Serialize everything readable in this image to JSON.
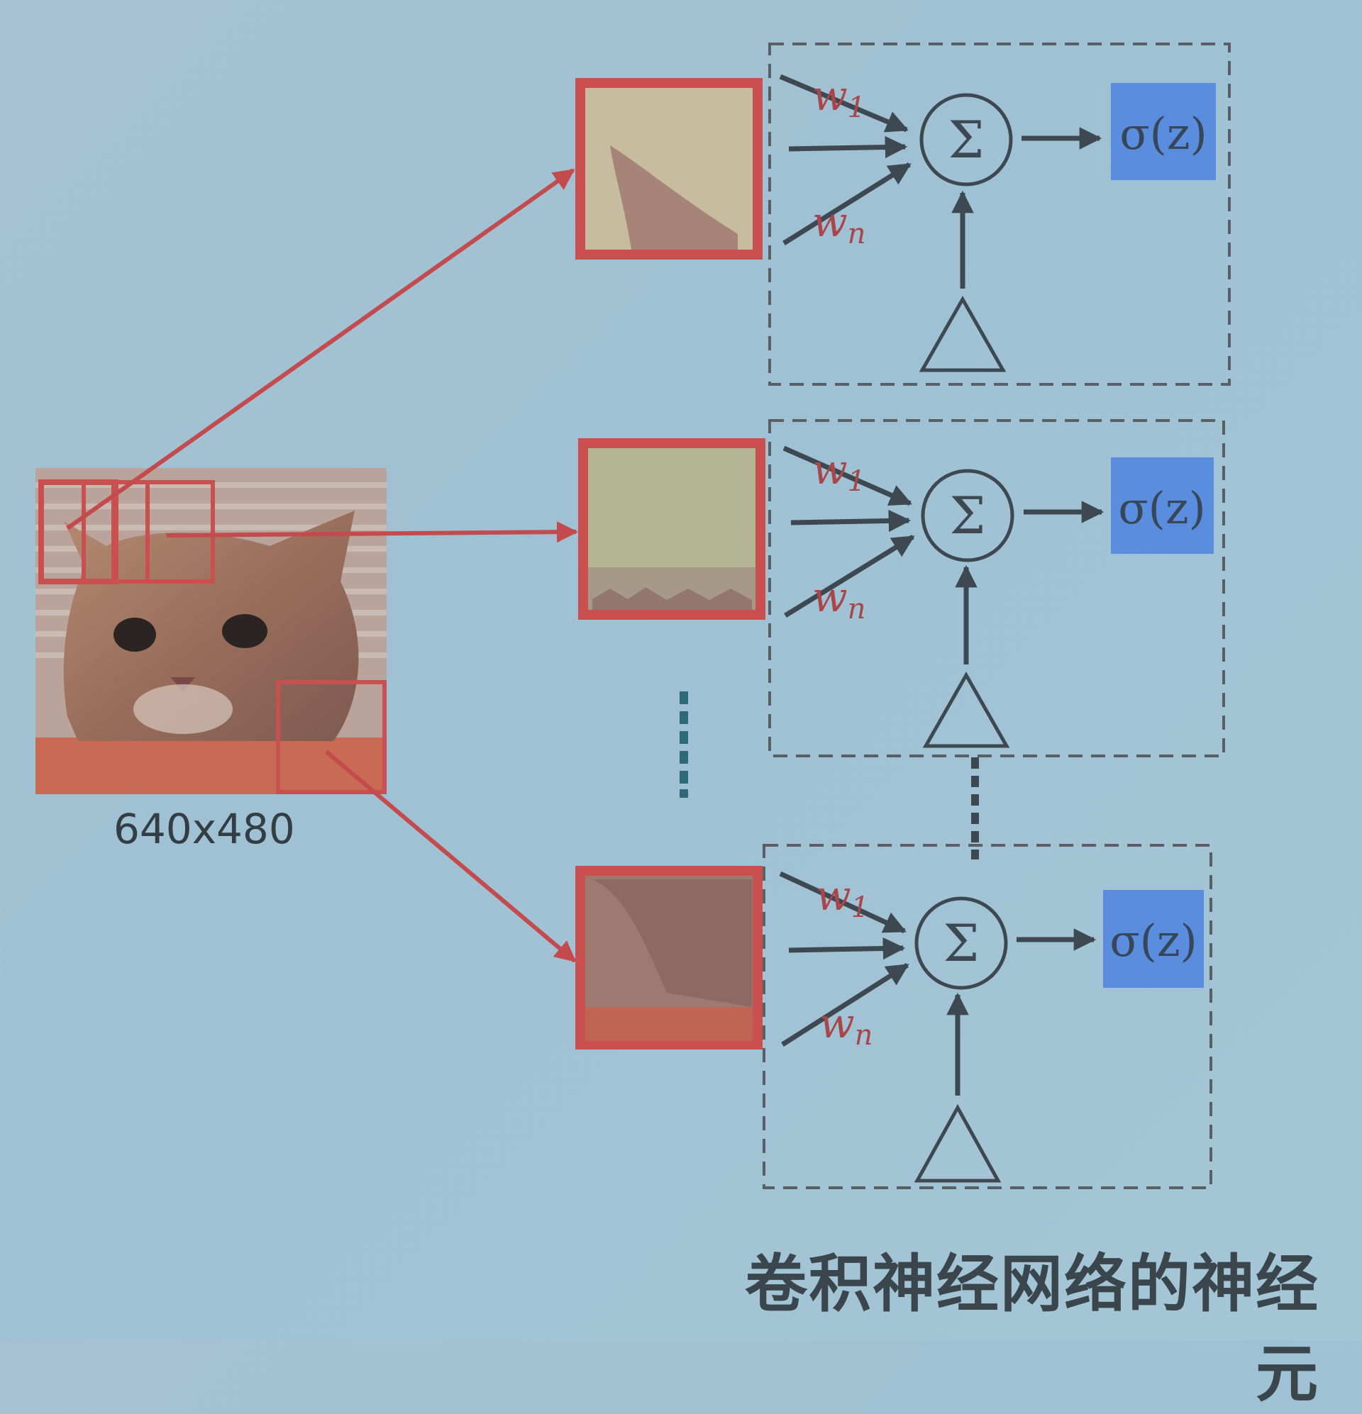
{
  "slide": {
    "title": "卷积神经网络的神经元",
    "image_caption": "640x480"
  },
  "neurons": [
    {
      "weight_first": "w",
      "weight_first_sub": "1",
      "weight_last": "w",
      "weight_last_sub": "n",
      "sum_symbol": "Σ",
      "activation": "σ(z)"
    },
    {
      "weight_first": "w",
      "weight_first_sub": "1",
      "weight_last": "w",
      "weight_last_sub": "n",
      "sum_symbol": "Σ",
      "activation": "σ(z)"
    },
    {
      "weight_first": "w",
      "weight_first_sub": "1",
      "weight_last": "w",
      "weight_last_sub": "n",
      "sum_symbol": "Σ",
      "activation": "σ(z)"
    }
  ],
  "colors": {
    "background": "#a2c3d4",
    "patch_border": "#c9504e",
    "arrow_red": "#c34a4d",
    "ink": "#3d4850",
    "activation_box": "#5b8ddf",
    "activation_text": "#37475a",
    "dots": "#2f6878"
  },
  "icons": [
    "sum-icon",
    "bias-triangle-icon",
    "ellipsis-dots-icon"
  ]
}
